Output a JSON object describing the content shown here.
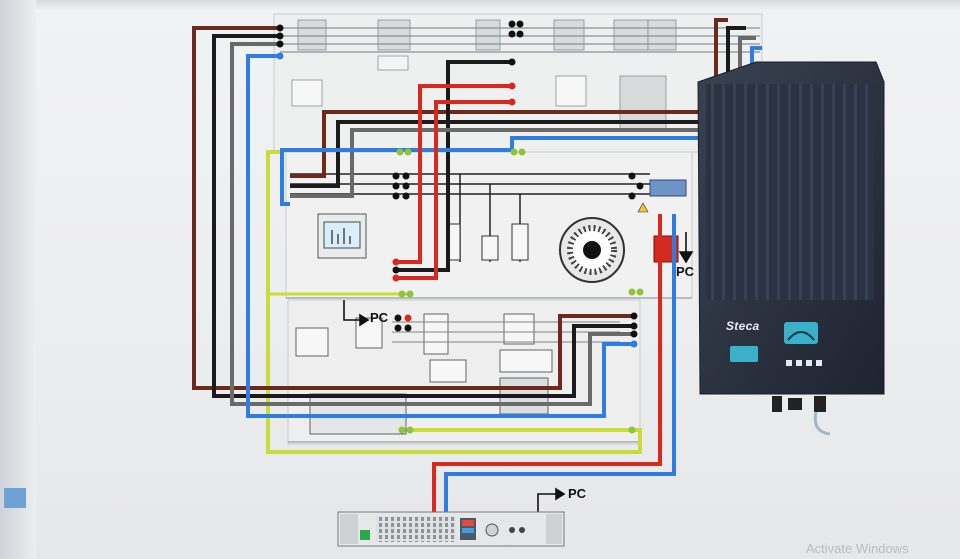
{
  "labels": {
    "pc_upper": "PC",
    "pc_middle": "PC",
    "pc_bottom": "PC"
  },
  "inverter": {
    "brand": "Steca"
  },
  "watermark": "Activate Windows",
  "colors": {
    "wire_brown": "#6b2a1c",
    "wire_black": "#1b1b1b",
    "wire_gray": "#6a6a6a",
    "wire_blue": "#2f7de3",
    "wire_red": "#d8291f",
    "wire_yellow_green": "#c9dc3a",
    "panel": "#eef0ef",
    "inverter_body": "#2a3140",
    "inverter_display": "#3ab0c9"
  }
}
